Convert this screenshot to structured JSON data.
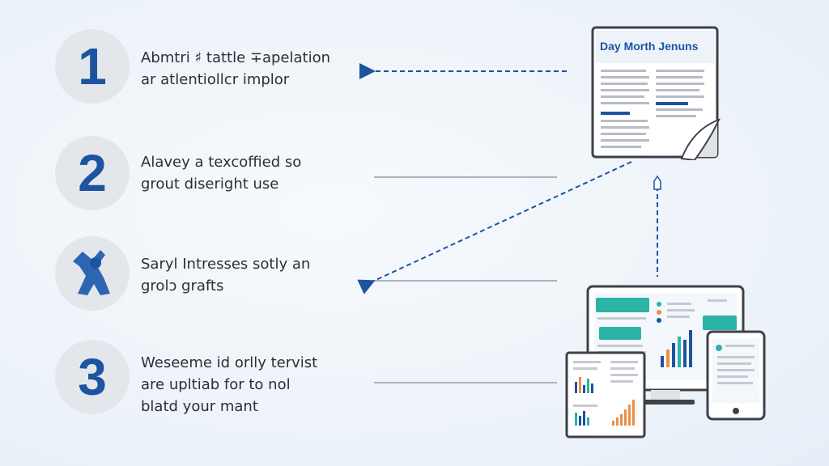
{
  "steps": [
    {
      "number": "1",
      "line1": "Abmtri ♯ tattle ∓apelation",
      "line2": "ar atlentiollcr implor",
      "line3": ""
    },
    {
      "number": "2",
      "line1": "Alavey a texcoffied so",
      "line2": "grout diseright use",
      "line3": ""
    },
    {
      "number": "",
      "icon": "blue-figure-icon",
      "line1": "Saryl Intresses sotly an",
      "line2": "grolↄ grafts",
      "line3": ""
    },
    {
      "number": "3",
      "line1": "Weseeme id orlly tervist",
      "line2": "are upltiab for to nol",
      "line3": "blatd your mant"
    }
  ],
  "newsletter": {
    "title": "Day Morth Jenuns"
  },
  "colors": {
    "accent": "#1d54a0",
    "teal": "#2bb3a6",
    "orange": "#e8904a",
    "connector": "#a9b2bd"
  }
}
